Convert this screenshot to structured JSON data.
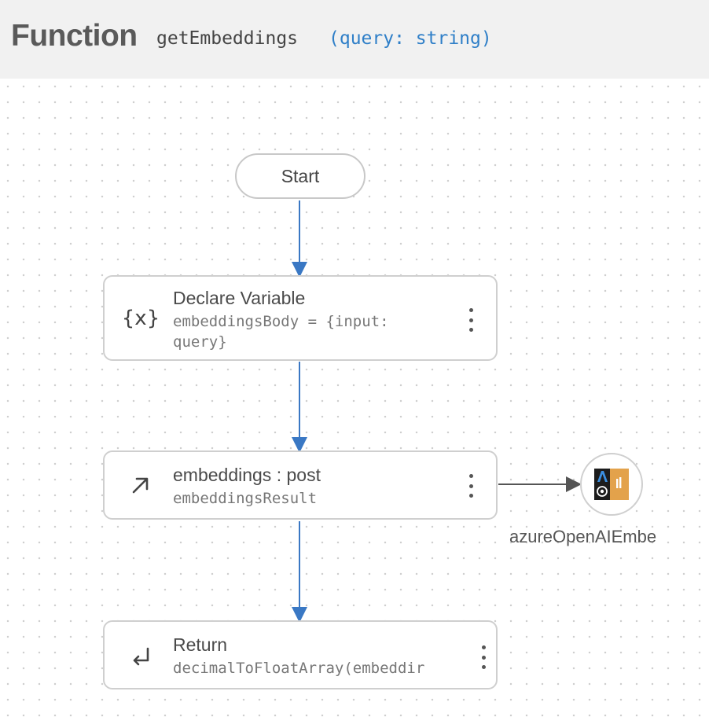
{
  "header": {
    "keyword": "Function",
    "function_name": "getEmbeddings",
    "params": "(query: string)"
  },
  "start": {
    "label": "Start"
  },
  "nodes": [
    {
      "title": "Declare Variable",
      "subtitle_line1": "embeddingsBody = {input:",
      "subtitle_line2": "query}",
      "icon": "variable-icon"
    },
    {
      "title": "embeddings : post",
      "subtitle_line1": "embeddingsResult",
      "icon": "arrow-up-right-icon"
    },
    {
      "title": "Return",
      "subtitle_line1": "decimalToFloatArray(embeddir",
      "icon": "return-icon"
    }
  ],
  "endpoint": {
    "label": "azureOpenAIEmbe",
    "icon": "azure-openai-icon"
  },
  "colors": {
    "edge": "#3a78c4",
    "keyword": "#5a5a5a",
    "params": "#2f7fc8"
  }
}
